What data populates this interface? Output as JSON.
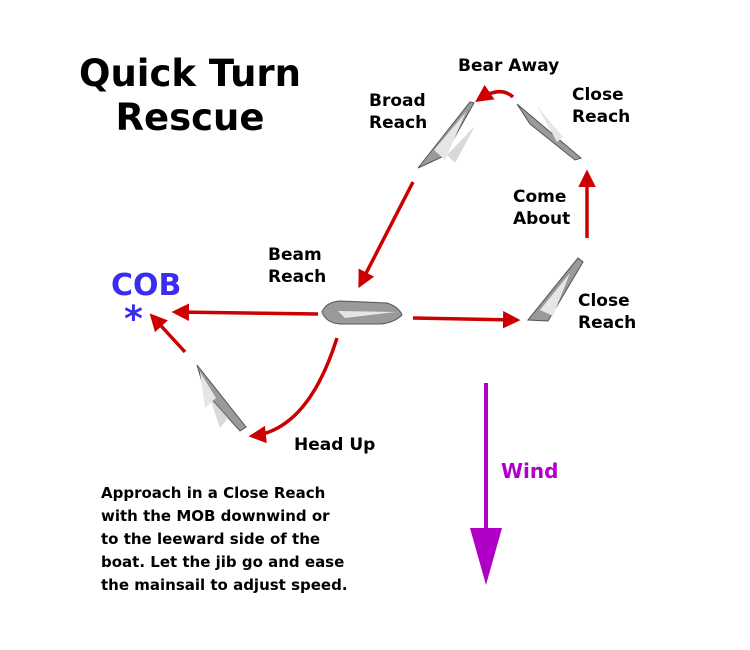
{
  "title": {
    "line1": "Quick Turn",
    "line2": "Rescue"
  },
  "labels": {
    "cob": "COB",
    "cob_marker": "*",
    "bear_away": "Bear Away",
    "broad_reach": [
      "Broad",
      "Reach"
    ],
    "close_reach_top": [
      "Close",
      "Reach"
    ],
    "come_about": [
      "Come",
      "About"
    ],
    "beam_reach": [
      "Beam",
      "Reach"
    ],
    "close_reach_right": [
      "Close",
      "Reach"
    ],
    "head_up": "Head Up",
    "wind": "Wind"
  },
  "note": [
    "Approach in a Close Reach",
    "with the MOB downwind or",
    "to the leeward side of the",
    "boat.  Let the jib go and ease",
    "the mainsail to adjust speed."
  ],
  "colors": {
    "path_arrow": "#cc0000",
    "wind_arrow": "#b000c8",
    "cob": "#3a2df0",
    "hull": "#9a9a9a",
    "sail": "#e6e6e6"
  }
}
